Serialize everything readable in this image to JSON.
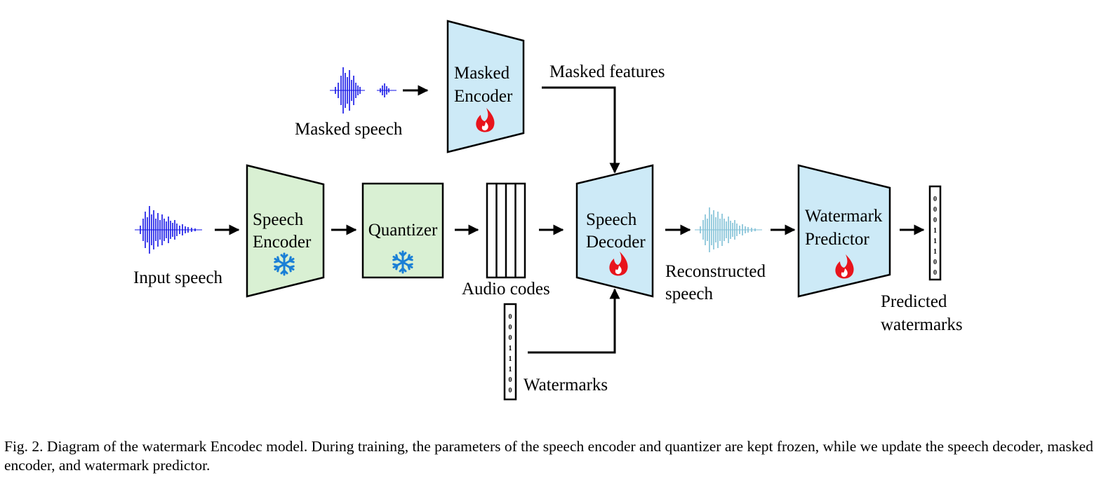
{
  "labels": {
    "masked_speech": "Masked speech",
    "masked_features": "Masked features",
    "input_speech": "Input speech",
    "audio_codes": "Audio codes",
    "watermarks": "Watermarks",
    "reconstructed_1": "Reconstructed",
    "reconstructed_2": "speech",
    "predicted_1": "Predicted",
    "predicted_2": "watermarks"
  },
  "blocks": {
    "masked_encoder": [
      "Masked",
      "Encoder"
    ],
    "speech_encoder": [
      "Speech",
      "Encoder"
    ],
    "quantizer": "Quantizer",
    "speech_decoder": [
      "Speech",
      "Decoder"
    ],
    "watermark_predictor": [
      "Watermark",
      "Predictor"
    ]
  },
  "watermark_bits": [
    "0",
    "0",
    "0",
    "1",
    "1",
    "1",
    "0",
    "0"
  ],
  "status_icons": {
    "frozen": "snowflake-icon",
    "trainable": "flame-icon"
  },
  "colors": {
    "frozen_fill": "#d9f0d3",
    "trainable_fill": "#cdeaf7",
    "input_wave": "#1212e6",
    "reconstructed_wave": "#7fbfd6",
    "snowflake": "#1a7fd6",
    "flame": "#e8141c"
  },
  "caption": "Fig. 2.  Diagram of the watermark Encodec model. During training, the parameters of the speech encoder and quantizer are kept frozen, while we update the speech decoder, masked encoder, and watermark predictor."
}
